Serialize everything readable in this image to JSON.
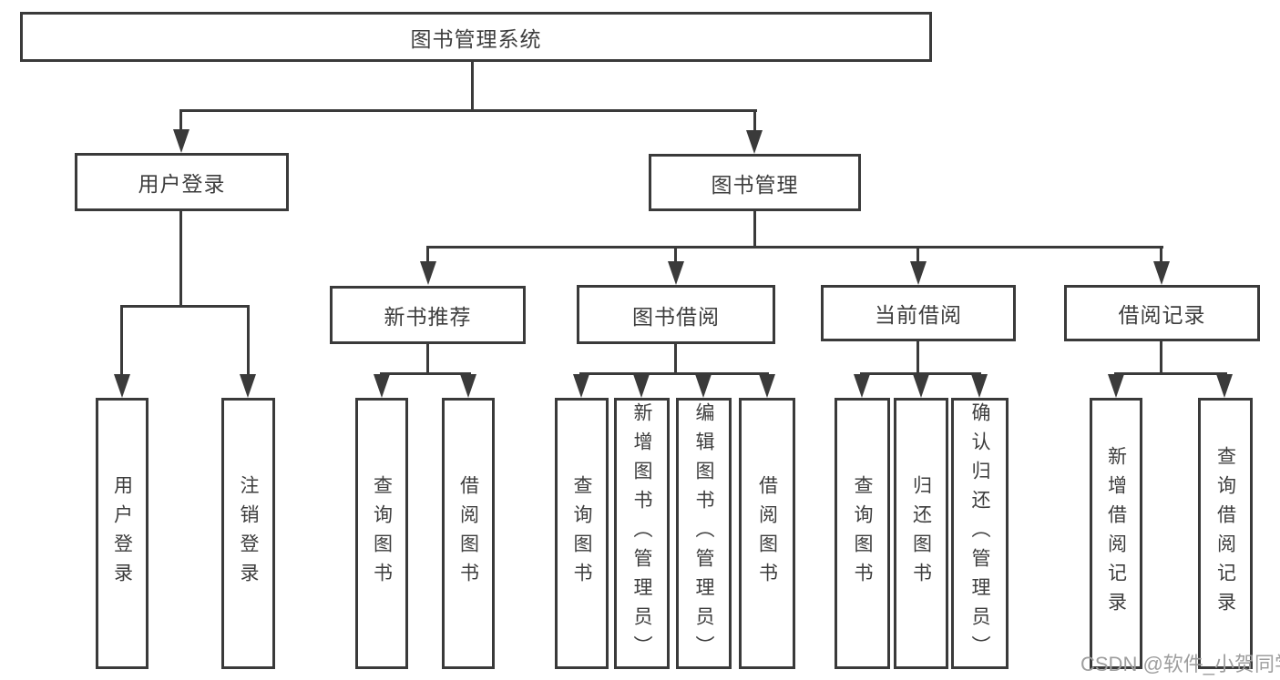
{
  "diagram": {
    "root": {
      "label": "图书管理系统"
    },
    "level2": [
      {
        "label": "用户登录"
      },
      {
        "label": "图书管理"
      }
    ],
    "level3": [
      {
        "label": "新书推荐"
      },
      {
        "label": "图书借阅"
      },
      {
        "label": "当前借阅"
      },
      {
        "label": "借阅记录"
      }
    ],
    "leaves": [
      {
        "label": "用户登录"
      },
      {
        "label": "注销登录"
      },
      {
        "label": "查询图书"
      },
      {
        "label": "借阅图书"
      },
      {
        "label": "查询图书"
      },
      {
        "label": "新增图书（管理员）"
      },
      {
        "label": "编辑图书（管理员）"
      },
      {
        "label": "借阅图书"
      },
      {
        "label": "查询图书"
      },
      {
        "label": "归还图书"
      },
      {
        "label": "确认归还（管理员）"
      },
      {
        "label": "新增借阅记录"
      },
      {
        "label": "查询借阅记录"
      }
    ]
  },
  "watermark": {
    "text": "CSDN @软件_小贺同学",
    "color": "#9e9e9e"
  },
  "colors": {
    "line": "#3a3a3a",
    "text": "#3d3d3d",
    "background": "#ffffff"
  }
}
